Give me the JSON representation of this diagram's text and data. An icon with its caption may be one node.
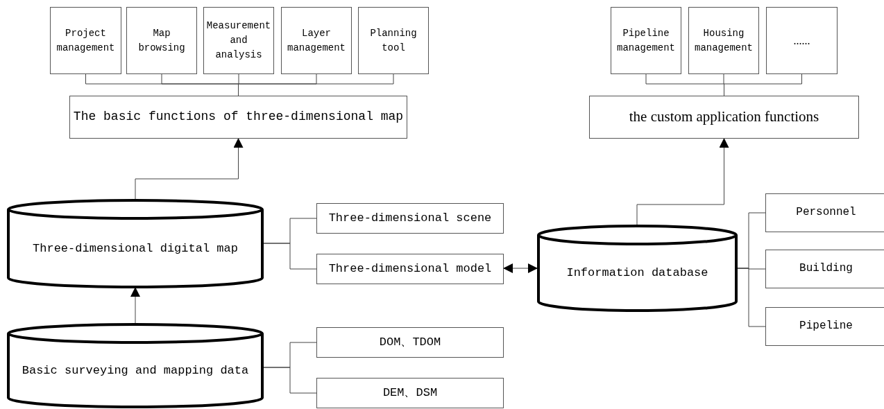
{
  "diagram": {
    "nodes": [
      {
        "text": [
          "Project management"
        ]
      },
      {
        "text": [
          "Map browsing"
        ]
      },
      {
        "text": [
          "Measurement and analysis"
        ]
      },
      {
        "text": [
          "Layer management"
        ]
      },
      {
        "text": [
          "Planning tool"
        ]
      },
      {
        "text": [
          "Pipeline management"
        ]
      },
      {
        "text": [
          "Housing management"
        ]
      },
      {
        "text": [
          "......"
        ]
      },
      {
        "text": [
          "The basic functions of three-dimensional map"
        ]
      },
      {
        "text": [
          "the custom application functions"
        ]
      },
      {
        "text": [
          "Three-dimensional digital map"
        ]
      },
      {
        "text": [
          "Three-dimensional scene"
        ]
      },
      {
        "text": [
          "Three-dimensional model"
        ]
      },
      {
        "text": [
          "Information database"
        ]
      },
      {
        "text": [
          "Personnel"
        ]
      },
      {
        "text": [
          "Building"
        ]
      },
      {
        "text": [
          "Pipeline"
        ]
      },
      {
        "text": [
          "Basic surveying and mapping data"
        ]
      },
      {
        "text": [
          "DOM、TDOM"
        ]
      },
      {
        "text": [
          "DEM、DSM"
        ]
      }
    ],
    "edges": [
      {
        "from": 0,
        "to": 8,
        "arrow": "none"
      },
      {
        "from": 1,
        "to": 8,
        "arrow": "none"
      },
      {
        "from": 2,
        "to": 8,
        "arrow": "none"
      },
      {
        "from": 3,
        "to": 8,
        "arrow": "none"
      },
      {
        "from": 4,
        "to": 8,
        "arrow": "none"
      },
      {
        "from": 5,
        "to": 9,
        "arrow": "none"
      },
      {
        "from": 6,
        "to": 9,
        "arrow": "none"
      },
      {
        "from": 7,
        "to": 9,
        "arrow": "none"
      },
      {
        "from": 10,
        "to": 8,
        "arrow": "to"
      },
      {
        "from": 13,
        "to": 9,
        "arrow": "to"
      },
      {
        "from": 10,
        "to": 11,
        "arrow": "none"
      },
      {
        "from": 10,
        "to": 12,
        "arrow": "none"
      },
      {
        "from": 12,
        "to": 13,
        "arrow": "both"
      },
      {
        "from": 13,
        "to": 14,
        "arrow": "none"
      },
      {
        "from": 13,
        "to": 15,
        "arrow": "none"
      },
      {
        "from": 13,
        "to": 16,
        "arrow": "none"
      },
      {
        "from": 17,
        "to": 10,
        "arrow": "to"
      },
      {
        "from": 17,
        "to": 18,
        "arrow": "none"
      },
      {
        "from": 17,
        "to": 19,
        "arrow": "none"
      }
    ]
  }
}
